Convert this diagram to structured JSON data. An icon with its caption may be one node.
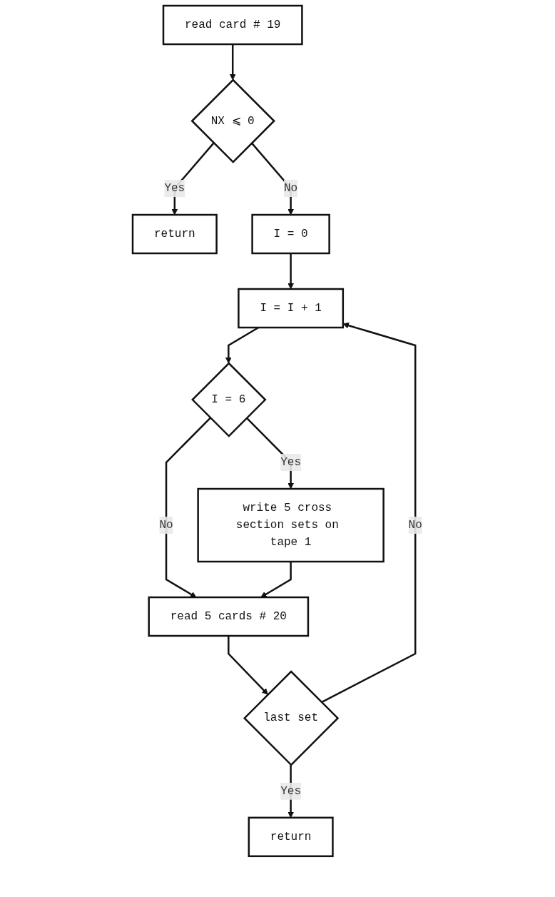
{
  "diagram": {
    "nodes": [
      {
        "text": [
          "read card # 19"
        ]
      },
      {
        "text": [
          "NX ⩽ 0"
        ]
      },
      {
        "text": [
          "return"
        ]
      },
      {
        "text": [
          "I = 0"
        ]
      },
      {
        "text": [
          "I = I + 1"
        ]
      },
      {
        "text": [
          "I = 6"
        ]
      },
      {
        "text": [
          "write 5 cross section sets on tape 1"
        ]
      },
      {
        "text": [
          "read 5 cards # 20"
        ]
      },
      {
        "text": [
          "last set"
        ]
      },
      {
        "text": [
          "return"
        ]
      }
    ],
    "edges": [
      {
        "from": 0,
        "to": 1,
        "arrow": "to"
      },
      {
        "from": 1,
        "to": 2,
        "arrow": "to",
        "label": "Yes"
      },
      {
        "from": 1,
        "to": 3,
        "arrow": "to",
        "label": "No"
      },
      {
        "from": 3,
        "to": 4,
        "arrow": "to"
      },
      {
        "from": 4,
        "to": 5,
        "arrow": "to"
      },
      {
        "from": 5,
        "to": 6,
        "arrow": "to",
        "label": "Yes"
      },
      {
        "from": 5,
        "to": 7,
        "arrow": "to",
        "label": "No"
      },
      {
        "from": 6,
        "to": 7,
        "arrow": "to"
      },
      {
        "from": 7,
        "to": 8,
        "arrow": "to"
      },
      {
        "from": 8,
        "to": 4,
        "arrow": "to",
        "label": "No"
      },
      {
        "from": 8,
        "to": 9,
        "arrow": "to",
        "label": "Yes"
      }
    ]
  }
}
